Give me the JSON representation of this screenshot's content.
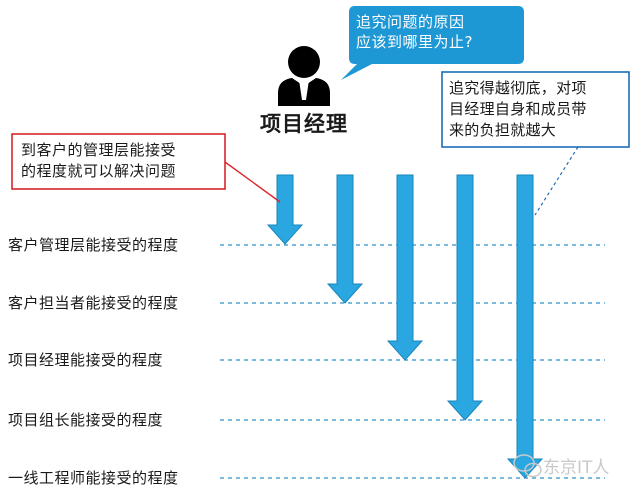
{
  "speech_bubble": {
    "text": "追究问题的原因\n应该到哪里为止?"
  },
  "project_manager": {
    "title": "项目经理",
    "icon": "person-icon"
  },
  "note_left": {
    "text": "到客户的管理层能接受\n的程度就可以解决问题"
  },
  "note_right": {
    "text": "追究得越彻底，对项\n目经理自身和成员带\n来的负担就越大"
  },
  "levels": [
    {
      "label": "客户管理层能接受的程度"
    },
    {
      "label": "客户担当者能接受的程度"
    },
    {
      "label": "项目经理能接受的程度"
    },
    {
      "label": "项目组长能接受的程度"
    },
    {
      "label": "一线工程师能接受的程度"
    }
  ],
  "watermark": {
    "text": "东京IT人",
    "icon": "wechat-icon"
  },
  "colors": {
    "arrow_fill": "#2aa7e1",
    "arrow_stroke": "#1b86bd",
    "bubble_fill": "#1e97d5",
    "red_box": "#d9262c",
    "blue_box": "#1e6db5",
    "dash_line": "#2f8fcf"
  }
}
